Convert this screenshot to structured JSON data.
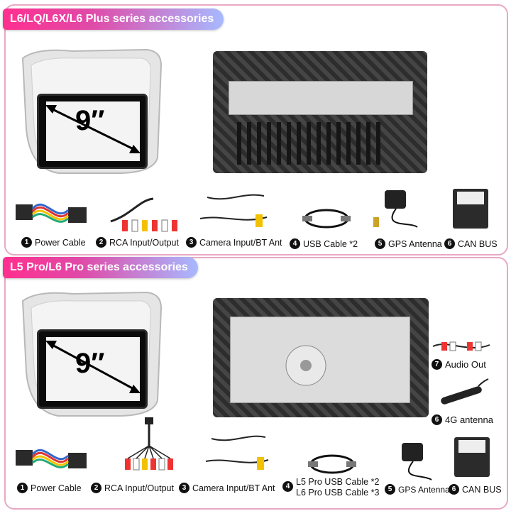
{
  "section1": {
    "title": "L6/LQ/L6X/L6 Plus series accessories",
    "screen_size": "9″",
    "items": [
      {
        "num": "1",
        "label": "Power Cable"
      },
      {
        "num": "2",
        "label": "RCA Input/Output"
      },
      {
        "num": "3",
        "label": "Camera Input/BT Ant"
      },
      {
        "num": "4",
        "label": "USB Cable *2"
      },
      {
        "num": "5",
        "label": "GPS Antenna"
      },
      {
        "num": "6",
        "label": "CAN BUS"
      }
    ]
  },
  "section2": {
    "title": "L5 Pro/L6 Pro series accessories",
    "screen_size": "9″",
    "items": [
      {
        "num": "1",
        "label": "Power Cable"
      },
      {
        "num": "2",
        "label": "RCA Input/Output"
      },
      {
        "num": "3",
        "label": "Camera Input/BT Ant"
      },
      {
        "num": "4",
        "label": "L5 Pro USB Cable *2",
        "label2": "L6 Pro USB Cable *3"
      },
      {
        "num": "5",
        "label": "GPS Antenna"
      },
      {
        "num": "6",
        "label": "CAN BUS"
      },
      {
        "num": "7",
        "label": "Audio Out"
      },
      {
        "num": "6",
        "label": "4G antenna"
      }
    ]
  },
  "colors": {
    "border": "#e9a8c4",
    "banner_start": "#ff2f8f",
    "banner_end": "#a7b9ff"
  },
  "icons": [
    "radio-unit-back-icon",
    "power-harness-icon",
    "rca-cable-icon",
    "camera-cable-icon",
    "usb-cable-icon",
    "gps-antenna-icon",
    "canbus-box-icon"
  ]
}
